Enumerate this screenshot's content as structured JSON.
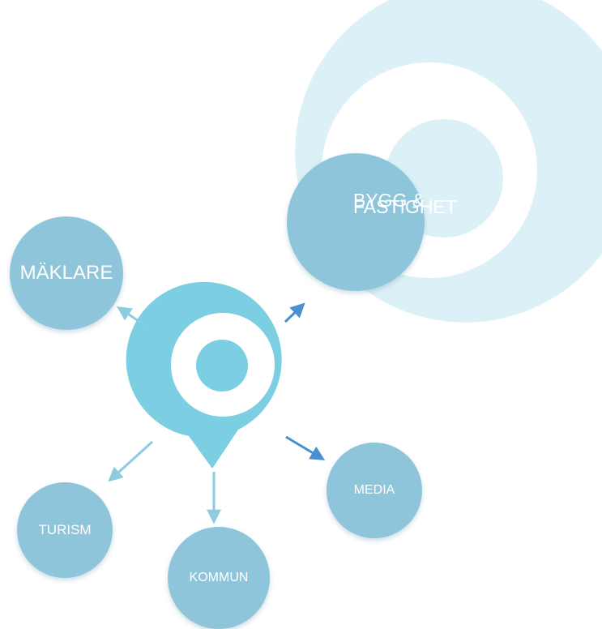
{
  "diagram": {
    "center": {
      "icon": "location-pin-icon"
    },
    "nodes": [
      {
        "id": "bygg",
        "lines": [
          "BYGG &",
          "FASTIGHET"
        ]
      },
      {
        "id": "maklare",
        "label": "MÄKLARE"
      },
      {
        "id": "media",
        "label": "MEDIA"
      },
      {
        "id": "turism",
        "label": "TURISM"
      },
      {
        "id": "kommun",
        "label": "KOMMUN"
      }
    ]
  },
  "colors": {
    "node_fill": "#8fc5db",
    "pin_fill": "#7ccfe3",
    "watermark_fill": "#dbf0f7",
    "arrow_light": "#8ecbe0",
    "arrow_dark": "#4a8fd0"
  }
}
